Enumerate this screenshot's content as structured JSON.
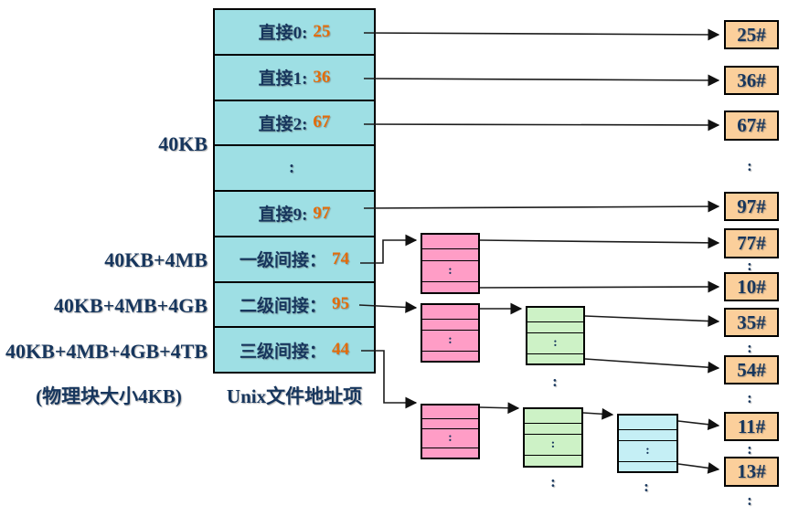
{
  "colon": ":",
  "inode_table": {
    "caption": "Unix文件地址项",
    "rows": [
      {
        "label": "直接0:",
        "value": "25"
      },
      {
        "label": "直接1:",
        "value": "36"
      },
      {
        "label": "直接2:",
        "value": "67"
      },
      {
        "label": ":",
        "value": ""
      },
      {
        "label": "直接9:",
        "value": "97"
      },
      {
        "label": "一级间接：",
        "value": "74"
      },
      {
        "label": "二级间接：",
        "value": "95"
      },
      {
        "label": "三级间接：",
        "value": "44"
      }
    ]
  },
  "capacity_labels": {
    "direct": "40KB",
    "single_indirect": "40KB+4MB",
    "double_indirect": "40KB+4MB+4GB",
    "triple_indirect": "40KB+4MB+4GB+4TB"
  },
  "block_size_note": "(物理块大小4KB)",
  "disk_blocks": {
    "direct": [
      "25#",
      "36#",
      "67#",
      "97#"
    ],
    "single_indirect": [
      "77#",
      "10#"
    ],
    "double_indirect": [
      "35#",
      "54#"
    ],
    "triple_indirect": [
      "11#",
      "13#"
    ]
  },
  "colors": {
    "inode_table_fill": "#9EDFE4",
    "disk_block_fill": "#FBCF9B",
    "single_indirect_block_fill": "#FF9DC6",
    "double_indirect_block_fill": "#CDF2C6",
    "triple_indirect_block_fill": "#C5EFF5",
    "label_text": "#17365D",
    "value_text": "#E36C0A"
  }
}
